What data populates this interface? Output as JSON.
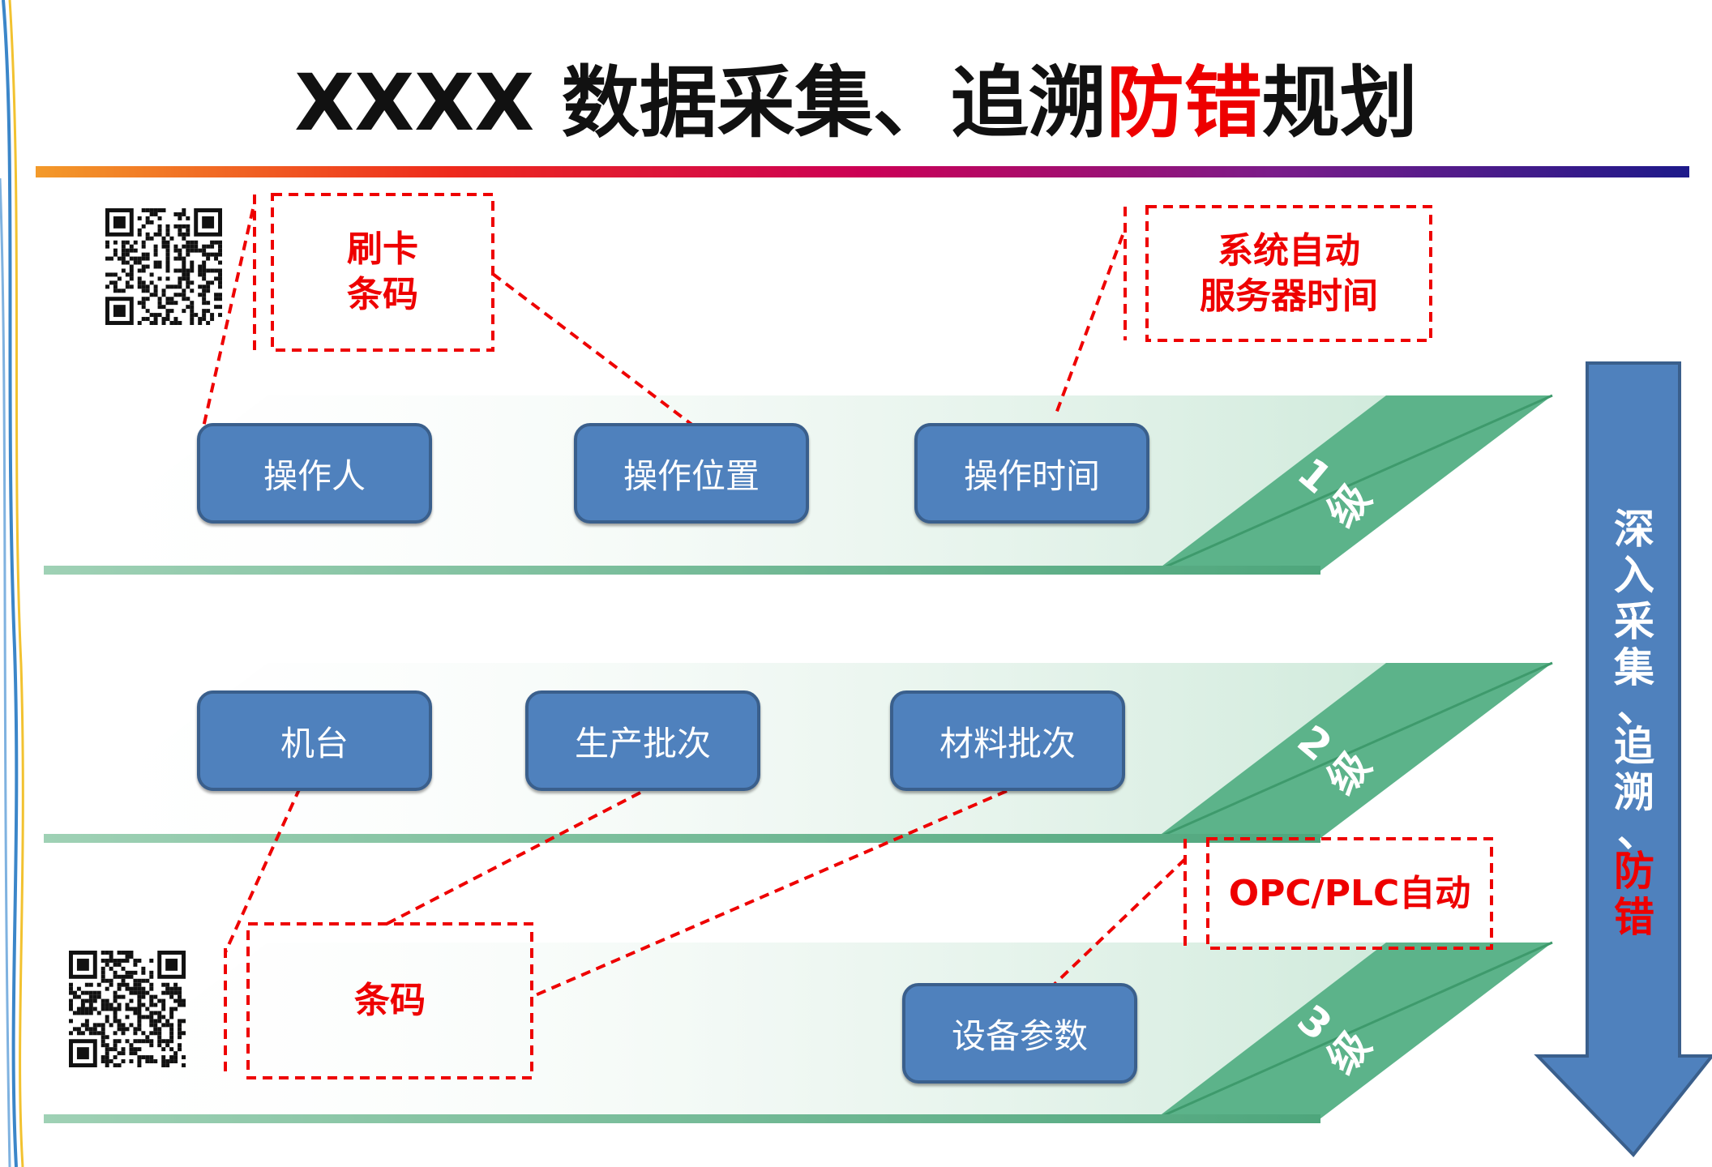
{
  "title": {
    "part1": "XXXX 数据采集、追溯",
    "part2": "防错",
    "part3": "规划"
  },
  "levels": [
    {
      "label_num": "1",
      "label_char": "级"
    },
    {
      "label_num": "2",
      "label_char": "级"
    },
    {
      "label_num": "3",
      "label_char": "级"
    }
  ],
  "nodes": {
    "operator": "操作人",
    "op_location": "操作位置",
    "op_time": "操作时间",
    "machine": "机台",
    "prod_batch": "生产批次",
    "material_batch": "材料批次",
    "equip_params": "设备参数"
  },
  "notes": {
    "card_line1": "刷卡",
    "card_line2": "条码",
    "sys_line1": "系统自动",
    "sys_line2": "服务器时间",
    "barcode": "条码",
    "opc": "OPC/PLC自动"
  },
  "arrow": {
    "chars": [
      "深",
      "入",
      "采",
      "集",
      "、",
      "追",
      "溯",
      "、",
      "防",
      "错"
    ],
    "red_from_index": 8
  },
  "colors": {
    "node_fill": "#4f81bd",
    "note_red": "#ee0000",
    "level_green": "#5cb38a",
    "arrow_blue": "#4f81bd"
  },
  "icons": [
    "qr-code-icon",
    "qr-code-icon"
  ]
}
